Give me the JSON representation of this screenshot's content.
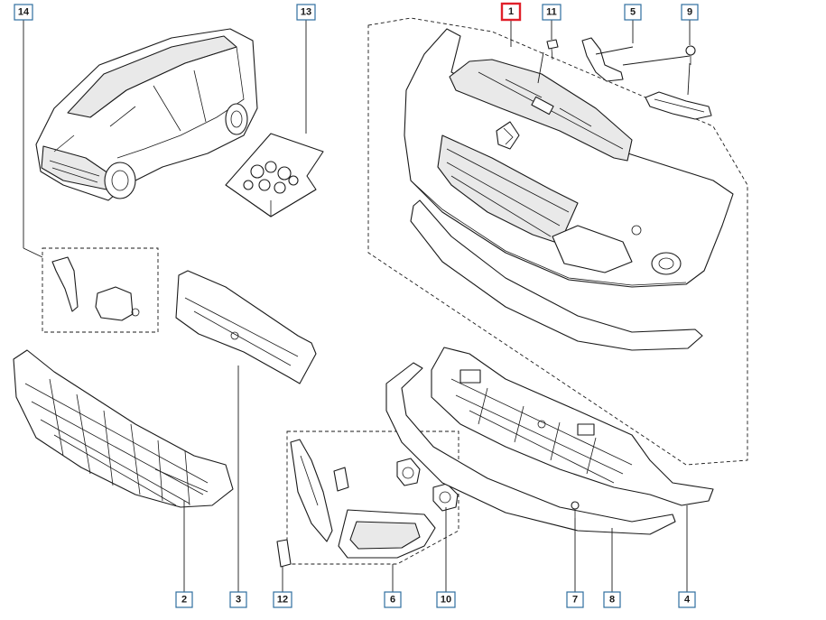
{
  "callouts": [
    {
      "id": "c1",
      "label": "1",
      "highlight": true
    },
    {
      "id": "c2",
      "label": "2",
      "highlight": false
    },
    {
      "id": "c3",
      "label": "3",
      "highlight": false
    },
    {
      "id": "c4",
      "label": "4",
      "highlight": false
    },
    {
      "id": "c5",
      "label": "5",
      "highlight": false
    },
    {
      "id": "c6",
      "label": "6",
      "highlight": false
    },
    {
      "id": "c7",
      "label": "7",
      "highlight": false
    },
    {
      "id": "c8",
      "label": "8",
      "highlight": false
    },
    {
      "id": "c9",
      "label": "9",
      "highlight": false
    },
    {
      "id": "c10",
      "label": "10",
      "highlight": false
    },
    {
      "id": "c11",
      "label": "11",
      "highlight": false
    },
    {
      "id": "c12",
      "label": "12",
      "highlight": false
    },
    {
      "id": "c13",
      "label": "13",
      "highlight": false
    },
    {
      "id": "c14",
      "label": "14",
      "highlight": false
    }
  ],
  "colors": {
    "callout_border": "#2f6f9f",
    "highlight_border": "#e0202a",
    "line": "#1a1a1a"
  }
}
